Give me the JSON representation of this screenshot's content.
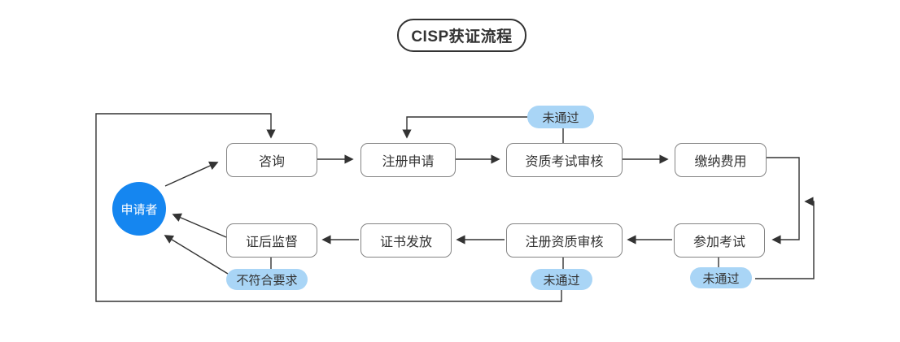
{
  "title": "CISP获证流程",
  "actor": {
    "label": "申请者"
  },
  "nodes": {
    "consult": "咨询",
    "register": "注册申请",
    "exam_review": "资质考试审核",
    "pay": "缴纳费用",
    "supervision": "证后监督",
    "issue": "证书发放",
    "reg_review": "注册资质审核",
    "exam": "参加考试"
  },
  "badges": {
    "exam_review_fail": "未通过",
    "reg_review_fail": "未通过",
    "exam_fail": "未通过",
    "not_qualified": "不符合要求"
  },
  "colors": {
    "actor_bg": "#1586f0",
    "badge_bg": "#a9d5f6",
    "line": "#333333",
    "box_border": "#848484",
    "text": "#333333"
  }
}
